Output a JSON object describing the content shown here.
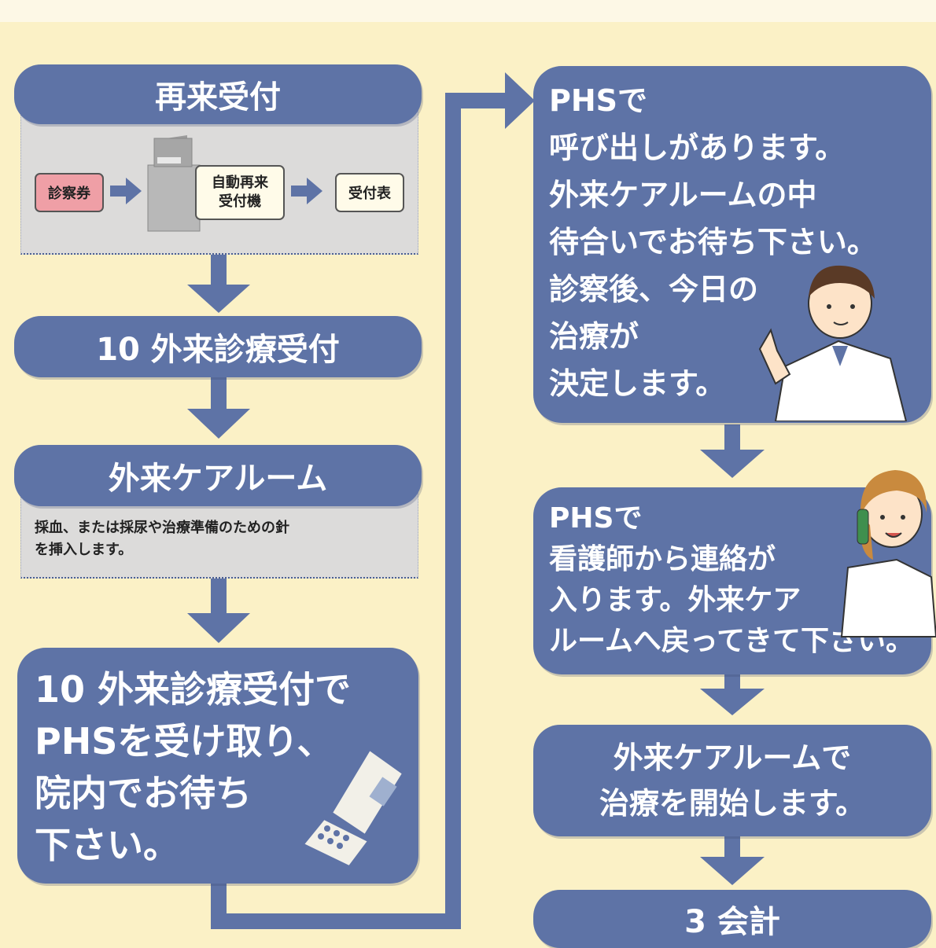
{
  "colors": {
    "background": "#fbf1c6",
    "box": "#5e73a6",
    "panel": "#dcdbda",
    "ticket": "#ef9fa6"
  },
  "left_steps": {
    "step1": {
      "title": "再来受付",
      "ticket": "診察券",
      "machine_label": [
        "自動再来",
        "受付機"
      ],
      "receipt": "受付表"
    },
    "step2": {
      "title": "10 外来診療受付"
    },
    "step3": {
      "title": "外来ケアルーム",
      "note": [
        "採血、または採尿や治療準備のための針",
        "を挿入します。"
      ]
    },
    "step4": {
      "lines": [
        "10 外来診療受付で",
        "PHSを受け取り、",
        "院内でお待ち",
        "下さい。"
      ],
      "icon": "phs-phone-icon"
    }
  },
  "right_steps": {
    "call": {
      "lines": [
        "PHSで",
        "呼び出しがあります。",
        "外来ケアルームの中",
        "待合いでお待ち下さい。",
        "診察後、今日の",
        "治療が",
        "決定します。"
      ],
      "icon": "doctor-icon"
    },
    "nurse": {
      "lines": [
        "PHSで",
        "看護師から連絡が",
        "入ります。外来ケア",
        "ルームへ戻ってきて下さい。"
      ],
      "icon": "nurse-icon"
    },
    "treatment": {
      "lines": [
        "外来ケアルームで",
        "治療を開始します。"
      ]
    },
    "payment": {
      "title": "3 会計"
    }
  }
}
